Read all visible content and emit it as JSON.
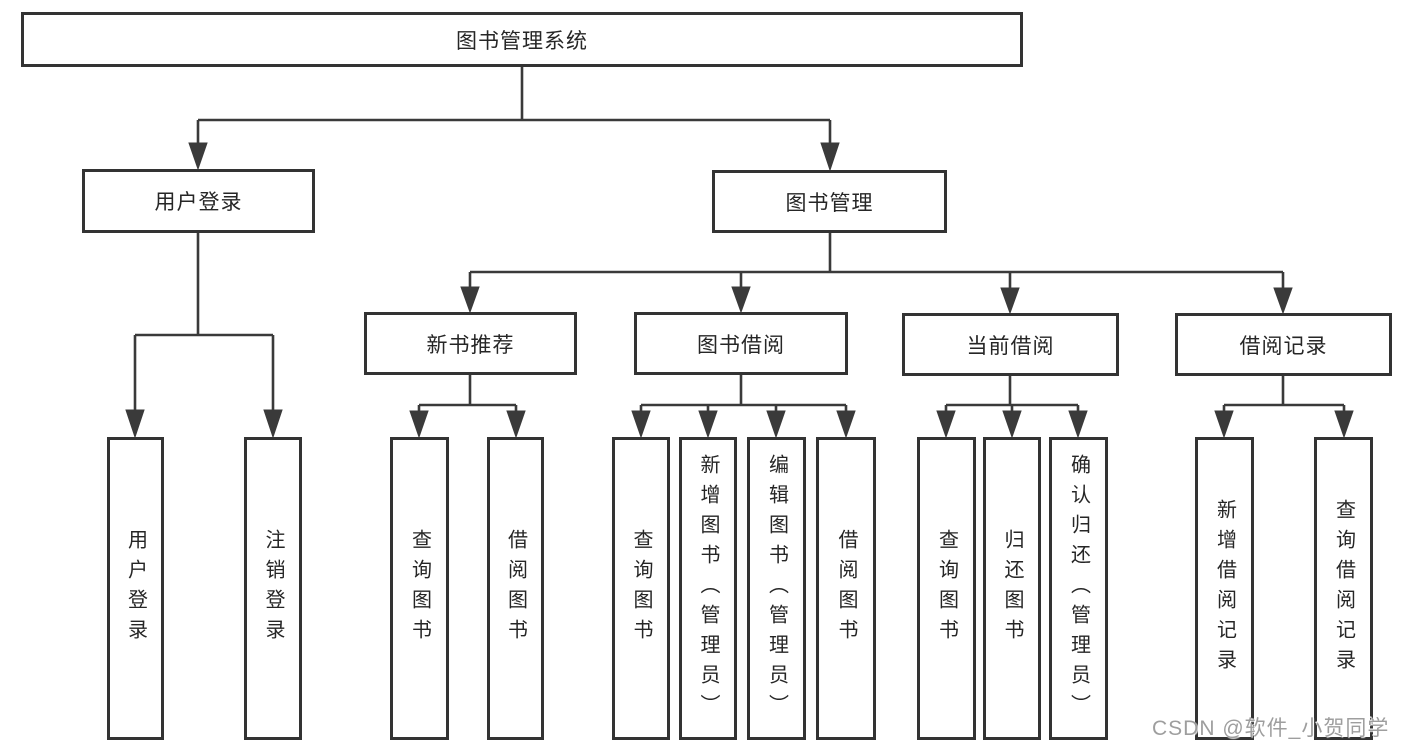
{
  "tree": {
    "root": {
      "label": "图书管理系统",
      "children": [
        {
          "label": "用户登录",
          "children": [
            {
              "label": "用户登录"
            },
            {
              "label": "注销登录"
            }
          ]
        },
        {
          "label": "图书管理",
          "children": [
            {
              "label": "新书推荐",
              "children": [
                {
                  "label": "查询图书"
                },
                {
                  "label": "借阅图书"
                }
              ]
            },
            {
              "label": "图书借阅",
              "children": [
                {
                  "label": "查询图书"
                },
                {
                  "label": "新增图书（管理员）"
                },
                {
                  "label": "编辑图书（管理员）"
                },
                {
                  "label": "借阅图书"
                }
              ]
            },
            {
              "label": "当前借阅",
              "children": [
                {
                  "label": "查询图书"
                },
                {
                  "label": "归还图书"
                },
                {
                  "label": "确认归还（管理员）"
                }
              ]
            },
            {
              "label": "借阅记录",
              "children": [
                {
                  "label": "新增借阅记录"
                },
                {
                  "label": "查询借阅记录"
                }
              ]
            }
          ]
        }
      ]
    }
  },
  "watermark": {
    "text": "CSDN @软件_小贺同学",
    "color": "#9e9e9e"
  },
  "colors": {
    "line": "#3a3a3a",
    "box_border": "#333333",
    "box_fill": "#ffffff",
    "text": "#262626",
    "background": "#ffffff"
  }
}
